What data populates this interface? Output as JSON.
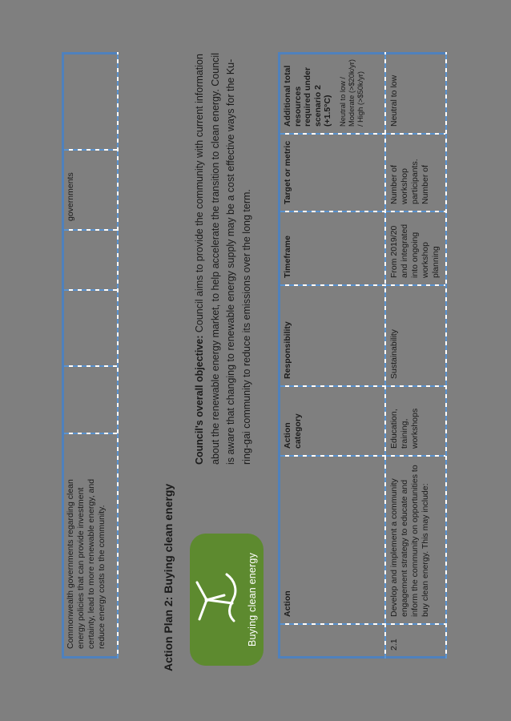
{
  "title": "Action Plan 2: Buying clean energy",
  "icon": {
    "label": "Buying clean energy",
    "symbol": "wind-turbine-icon",
    "color": "#5d8a2f"
  },
  "objective": {
    "lead": "Council's overall objective:",
    "body": "Council aims to provide the community with current information about the renewable energy market, to help accelerate the transition to clean energy. Council is aware that changing to renewable energy supply may be a cost effective ways for the Ku-ring-gai community to reduce its emissions over the long term."
  },
  "carryover_table": {
    "action": "Commonwealth governments regarding clean energy policies that can provide investment certainty, lead to more renewable energy, and reduce energy costs to the community.",
    "target": "governments"
  },
  "action_table": {
    "headers": {
      "number": "",
      "action": "Action",
      "category": "Action category",
      "responsibility": "Responsibility",
      "timeframe": "Timeframe",
      "target": "Target or metric",
      "resources": "Additional total resources required under scenario 2 (+1.5°C)",
      "resources_note": "Neutral to low / Moderate (>$20k/yr) / High (>$50k/yr)"
    },
    "rows": [
      {
        "number": "2.1",
        "action": "Develop and implement a community engagement strategy to educate and inform the community on opportunities to buy clean energy. This may include:",
        "category": "Education, training, workshops",
        "responsibility": "Sustainability",
        "timeframe": "From 2019/20 and integrated into ongoing workshop planning",
        "target": "Number of workshop participants. Number of",
        "resources": "Neutral to low"
      }
    ]
  },
  "colors": {
    "page_background": "#7f7f7f",
    "table_border_solid": "#4f81bd",
    "table_border_dashed": "#5b93cf",
    "icon_green": "#5d8a2f",
    "text": "#1b1b1b"
  },
  "page_rotation_degrees": -90
}
